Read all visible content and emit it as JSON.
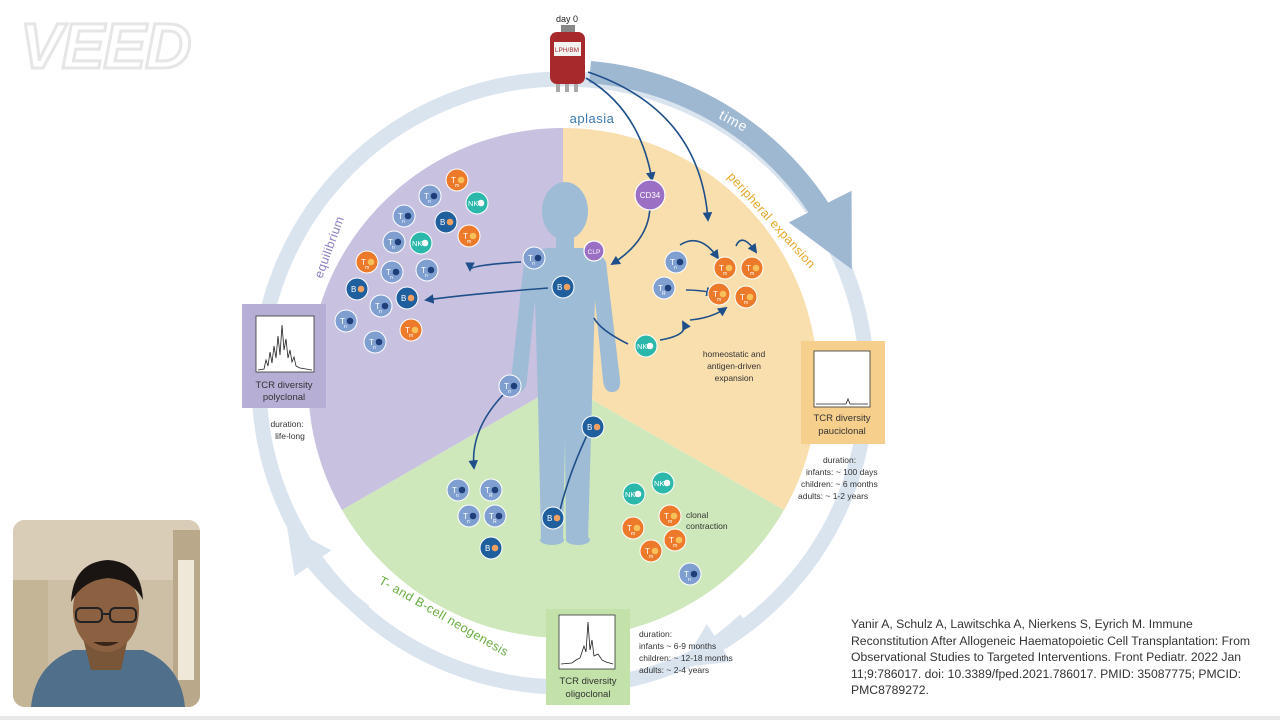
{
  "watermark": {
    "text": "VEED"
  },
  "bag": {
    "day_label": "day 0",
    "tag_text": "LPH/BM"
  },
  "phases": {
    "aplasia": "aplasia",
    "time": "time",
    "peripheral_expansion": "peripheral expansion",
    "equilibrium": "equilibrium",
    "neogenesis": "T- and B-cell neogenesis"
  },
  "markers": {
    "cd34": "CD34",
    "clp": "CLP"
  },
  "cell_labels": {
    "T": "T",
    "B": "B",
    "NK": "NK",
    "sub_naive": "n",
    "sub_memory": "m",
    "sub_reg": "R"
  },
  "annotations": {
    "homeostatic": [
      "homeostatic and",
      "antigen-driven",
      "expansion"
    ],
    "clonal": [
      "clonal",
      "contraction"
    ]
  },
  "tcr_boxes": {
    "polyclonal": {
      "line1": "TCR diversity",
      "line2": "polyclonal"
    },
    "pauciclonal": {
      "line1": "TCR diversity",
      "line2": "pauciclonal"
    },
    "oligoclonal": {
      "line1": "TCR diversity",
      "line2": "oligoclonal"
    }
  },
  "durations": {
    "equilibrium": [
      "duration:",
      "life-long"
    ],
    "expansion": [
      "duration:",
      "infants: ~ 100 days",
      "children: ~ 6 months",
      "adults: ~ 1-2 years"
    ],
    "neogenesis": [
      "duration:",
      "infants ~ 6-9 months",
      "children: ~ 12-18 months",
      "adults: ~ 2-4 years"
    ]
  },
  "citation": "Yanir A, Schulz A, Lawitschka A, Nierkens S, Eyrich M. Immune Reconstitution After Allogeneic Haematopoietic Cell Transplantation: From Observational Studies to Targeted Interventions. Front Pediatr. 2022 Jan 11;9:786017. doi: 10.3389/fped.2021.786017. PMID: 35087775; PMCID: PMC8789272.",
  "colors": {
    "ring": "#d9e4ef",
    "time_arrow": "#9fb8d2",
    "purple": "#c9c1e0",
    "purple_box": "#b7aed6",
    "orange": "#f9dfae",
    "orange_box": "#f6cf8c",
    "green": "#cfe8bb",
    "green_box": "#c3e2aa",
    "silhouette": "#9fbcd7",
    "cell_light": "#7f9fd0",
    "cell_dark": "#1f5f9e",
    "cell_orange": "#ec7a2a",
    "cell_teal": "#2bb8aa",
    "arrow": "#1e4f8a"
  }
}
